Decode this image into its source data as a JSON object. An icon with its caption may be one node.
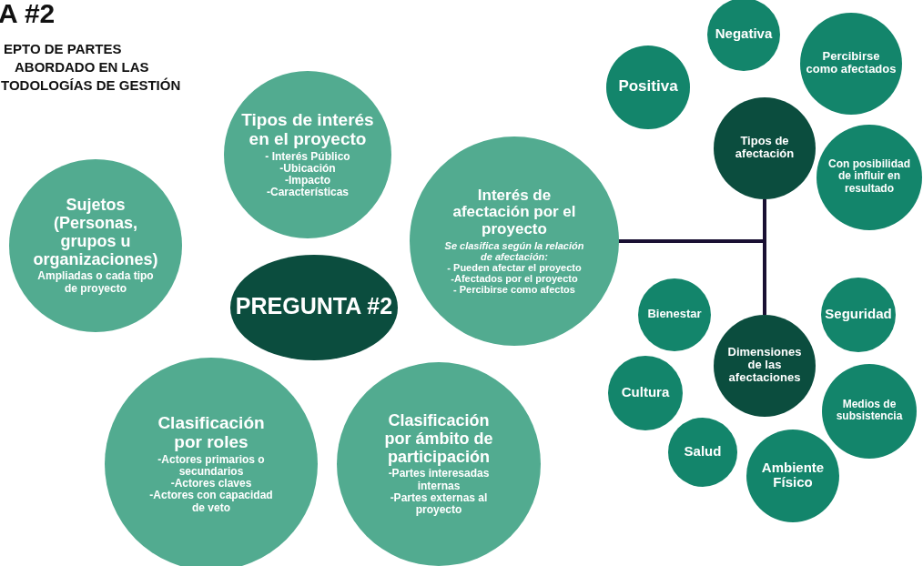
{
  "diagram": {
    "title": "A #2",
    "nodes": [
      {
        "text": [
          "Tipos de interés en el proyecto",
          "- Interés Público",
          "-Ubicación",
          "-Impacto",
          "-Características"
        ]
      },
      {
        "text": [
          "Sujetos (Personas, grupos u organizaciones)",
          "Ampliadas o cada tipo de proyecto"
        ]
      },
      {
        "text": [
          "PREGUNTA #2"
        ]
      },
      {
        "text": [
          "Interés de afectación por el proyecto",
          "*Se clasifica según la relación de afectación:*",
          "- Pueden afectar el proyecto",
          "-Afectados por el proyecto",
          "- Percibirse como afectos"
        ]
      },
      {
        "text": [
          "Clasificación por roles",
          "-Actores primarios o secundarios",
          "-Actores claves",
          "-Actores con capacidad de veto"
        ]
      },
      {
        "text": [
          "Clasificación por ámbito de participación",
          "-Partes interesadas internas",
          "-Partes externas al proyecto"
        ]
      },
      {
        "text": [
          "Negativa"
        ]
      },
      {
        "text": [
          "Positiva"
        ]
      },
      {
        "text": [
          "Percibirse como afectados"
        ]
      },
      {
        "text": [
          "Tipos de afectación"
        ]
      },
      {
        "text": [
          "Con posibilidad de influir en resultado"
        ]
      },
      {
        "text": [
          "Bienestar"
        ]
      },
      {
        "text": [
          "Seguridad"
        ]
      },
      {
        "text": [
          "Dimensiones de las afectaciones"
        ]
      },
      {
        "text": [
          "Cultura"
        ]
      },
      {
        "text": [
          "Medios de subsistencia"
        ]
      },
      {
        "text": [
          "Salud"
        ]
      },
      {
        "text": [
          "Ambiente Físico"
        ]
      }
    ],
    "edges": [
      {
        "from": 3,
        "to": 9,
        "arrow": "none"
      },
      {
        "from": 3,
        "to": 13,
        "arrow": "none"
      }
    ],
    "labels": [
      "EPTO DE PARTES",
      "ABORDADO EN LAS",
      "TODOLOGÍAS DE GESTIÓN"
    ]
  }
}
